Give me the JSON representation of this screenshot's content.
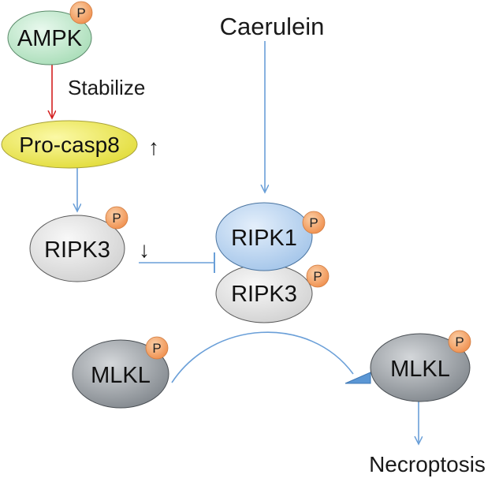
{
  "labels": {
    "caerulein": "Caerulein",
    "stabilize": "Stabilize",
    "necroptosis": "Necroptosis",
    "up_arrow": "↑",
    "down_arrow": "↓"
  },
  "nodes": {
    "ampk": "AMPK",
    "pro_casp8": "Pro-casp8",
    "ripk3_left": "RIPK3",
    "ripk1": "RIPK1",
    "ripk3_right": "RIPK3",
    "mlkl_left": "MLKL",
    "mlkl_right": "MLKL"
  },
  "badge": "P",
  "colors": {
    "ampk_fill": "#c6ecd0",
    "procasp8_fill": "#f0ec5c",
    "ripk_grey": "#e4e4e4",
    "ripk1_blue": "#b8d4f0",
    "mlkl_grey": "#9a9fa4",
    "phospho_badge": "#f4a66a",
    "arrow_blue": "#6a9fd8",
    "arrow_red": "#d42020"
  }
}
